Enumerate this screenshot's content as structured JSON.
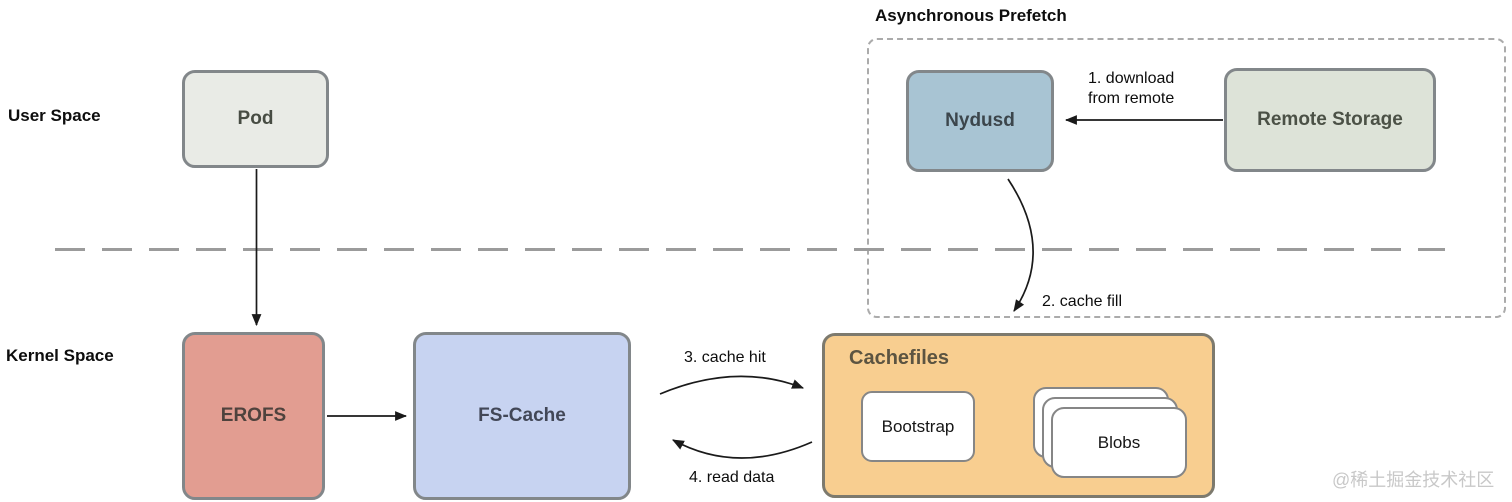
{
  "diagram": {
    "title": "Asynchronous Prefetch",
    "regions": {
      "user_space": "User Space",
      "kernel_space": "Kernel Space"
    },
    "nodes": {
      "pod": {
        "label": "Pod",
        "fill": "#e9ebe6"
      },
      "nydusd": {
        "label": "Nydusd",
        "fill": "#a8c4d3"
      },
      "remote_storage": {
        "label": "Remote Storage",
        "fill": "#dde3d8"
      },
      "erofs": {
        "label": "EROFS",
        "fill": "#e29d91"
      },
      "fs_cache": {
        "label": "FS-Cache",
        "fill": "#c7d3f1"
      },
      "cachefiles": {
        "label": "Cachefiles",
        "fill": "#f8ce90"
      },
      "bootstrap": {
        "label": "Bootstrap",
        "fill": "#ffffff"
      },
      "blobs": {
        "label": "Blobs",
        "fill": "#ffffff"
      }
    },
    "edges": {
      "download": {
        "line1": "1. download",
        "line2": "from remote"
      },
      "cache_fill": "2. cache fill",
      "cache_hit": "3. cache hit",
      "read_data": "4. read data"
    },
    "colors": {
      "node_border": "#82878a",
      "arrow": "#1a1a1a",
      "divider_dash": "#9b9b9b",
      "prefetch_dash": "#ababab",
      "watermark": "#c8c8c8"
    },
    "watermark": "@稀土掘金技术社区"
  }
}
